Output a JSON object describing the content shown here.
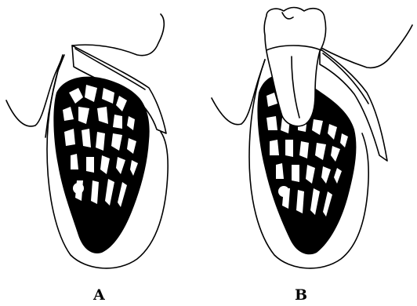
{
  "panels": [
    {
      "id": "A",
      "label": "A"
    },
    {
      "id": "B",
      "label": "B"
    }
  ],
  "colors": {
    "ink": "#000000",
    "background": "#ffffff"
  }
}
